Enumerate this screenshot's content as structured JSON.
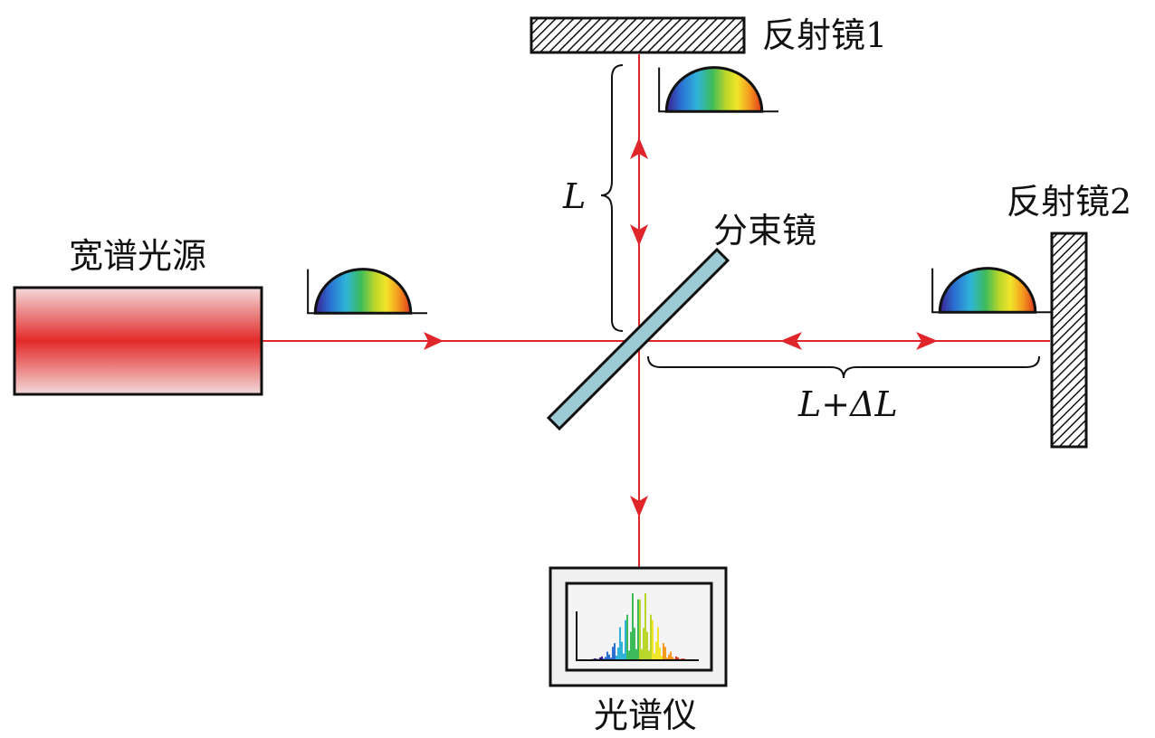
{
  "labels": {
    "source": "宽谱光源",
    "mirror1": "反射镜1",
    "mirror2": "反射镜2",
    "beamsplitter": "分束镜",
    "spectrometer": "光谱仪",
    "arm1_length": "L",
    "arm2_length": "L+ΔL"
  },
  "colors": {
    "beam": "#e0262a",
    "source_core": "#e32a2a",
    "source_edge": "#f2d4d4",
    "beamsplitter_fill": "#9ccbd6",
    "screen_bg": "#f0f0f0"
  },
  "icons": {
    "mirror_hatch": "diagonal-hatch-pattern",
    "spectrum": "rainbow-dome-spectrum",
    "interference": "rainbow-fringe-spectrum"
  }
}
